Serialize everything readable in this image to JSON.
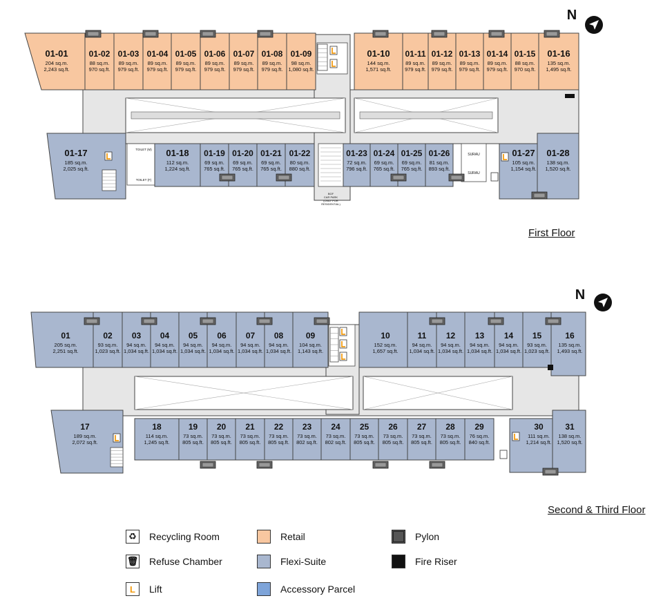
{
  "floors": [
    {
      "title": "First Floor",
      "units": [
        {
          "id": "01-01",
          "sqm": "204 sq.m.",
          "sqft": "2,243 sq.ft.",
          "type": "retail"
        },
        {
          "id": "01-02",
          "sqm": "88 sq.m.",
          "sqft": "970 sq.ft.",
          "type": "retail"
        },
        {
          "id": "01-03",
          "sqm": "89 sq.m.",
          "sqft": "979 sq.ft.",
          "type": "retail"
        },
        {
          "id": "01-04",
          "sqm": "89 sq.m.",
          "sqft": "979 sq.ft.",
          "type": "retail"
        },
        {
          "id": "01-05",
          "sqm": "89 sq.m.",
          "sqft": "979 sq.ft.",
          "type": "retail"
        },
        {
          "id": "01-06",
          "sqm": "89 sq.m.",
          "sqft": "979 sq.ft.",
          "type": "retail"
        },
        {
          "id": "01-07",
          "sqm": "89 sq.m.",
          "sqft": "979 sq.ft.",
          "type": "retail"
        },
        {
          "id": "01-08",
          "sqm": "89 sq.m.",
          "sqft": "979 sq.ft.",
          "type": "retail"
        },
        {
          "id": "01-09",
          "sqm": "98 sq.m.",
          "sqft": "1,080 sq.ft.",
          "type": "retail"
        },
        {
          "id": "01-10",
          "sqm": "144 sq.m.",
          "sqft": "1,571 sq.ft.",
          "type": "retail"
        },
        {
          "id": "01-11",
          "sqm": "89 sq.m.",
          "sqft": "979 sq.ft.",
          "type": "retail"
        },
        {
          "id": "01-12",
          "sqm": "89 sq.m.",
          "sqft": "979 sq.ft.",
          "type": "retail"
        },
        {
          "id": "01-13",
          "sqm": "89 sq.m.",
          "sqft": "979 sq.ft.",
          "type": "retail"
        },
        {
          "id": "01-14",
          "sqm": "89 sq.m.",
          "sqft": "979 sq.ft.",
          "type": "retail"
        },
        {
          "id": "01-15",
          "sqm": "88 sq.m.",
          "sqft": "970 sq.ft.",
          "type": "retail"
        },
        {
          "id": "01-16",
          "sqm": "135 sq.m.",
          "sqft": "1,495 sq.ft.",
          "type": "retail"
        },
        {
          "id": "01-17",
          "sqm": "185 sq.m.",
          "sqft": "2,025 sq.ft.",
          "type": "flexi"
        },
        {
          "id": "01-18",
          "sqm": "112 sq.m.",
          "sqft": "1,224 sq.ft.",
          "type": "flexi"
        },
        {
          "id": "01-19",
          "sqm": "69 sq.m.",
          "sqft": "765 sq.ft.",
          "type": "flexi"
        },
        {
          "id": "01-20",
          "sqm": "69 sq.m.",
          "sqft": "765 sq.ft.",
          "type": "flexi"
        },
        {
          "id": "01-21",
          "sqm": "69 sq.m.",
          "sqft": "765 sq.ft.",
          "type": "flexi"
        },
        {
          "id": "01-22",
          "sqm": "80 sq.m.",
          "sqft": "880 sq.ft.",
          "type": "flexi"
        },
        {
          "id": "01-23",
          "sqm": "72 sq.m.",
          "sqft": "796 sq.ft.",
          "type": "flexi"
        },
        {
          "id": "01-24",
          "sqm": "69 sq.m.",
          "sqft": "765 sq.ft.",
          "type": "flexi"
        },
        {
          "id": "01-25",
          "sqm": "69 sq.m.",
          "sqft": "765 sq.ft.",
          "type": "flexi"
        },
        {
          "id": "01-26",
          "sqm": "81 sq.m.",
          "sqft": "893 sq.ft.",
          "type": "flexi"
        },
        {
          "id": "01-27",
          "sqm": "105 sq.m.",
          "sqft": "1,154 sq.ft.",
          "type": "flexi"
        },
        {
          "id": "01-28",
          "sqm": "138 sq.m.",
          "sqft": "1,520 sq.ft.",
          "type": "flexi"
        }
      ],
      "facilities": {
        "toilet_m": "TOILET (M)",
        "toilet_f": "TOILET (F)",
        "surau_1": "SURAU",
        "surau_2": "SURAU",
        "carpark_1": "BGF",
        "carpark_2": "CAR PARK",
        "carpark_3": "(ONLY FOR",
        "carpark_4": "RESIDENTIAL)"
      }
    },
    {
      "title": "Second & Third Floor",
      "units": [
        {
          "id": "01",
          "sqm": "205 sq.m.",
          "sqft": "2,251 sq.ft.",
          "type": "flexi"
        },
        {
          "id": "02",
          "sqm": "93 sq.m.",
          "sqft": "1,023 sq.ft.",
          "type": "flexi"
        },
        {
          "id": "03",
          "sqm": "94 sq.m.",
          "sqft": "1,034 sq.ft.",
          "type": "flexi"
        },
        {
          "id": "04",
          "sqm": "94 sq.m.",
          "sqft": "1,034 sq.ft.",
          "type": "flexi"
        },
        {
          "id": "05",
          "sqm": "94 sq.m.",
          "sqft": "1,034 sq.ft.",
          "type": "flexi"
        },
        {
          "id": "06",
          "sqm": "94 sq.m.",
          "sqft": "1,034 sq.ft.",
          "type": "flexi"
        },
        {
          "id": "07",
          "sqm": "94 sq.m.",
          "sqft": "1,034 sq.ft.",
          "type": "flexi"
        },
        {
          "id": "08",
          "sqm": "94 sq.m.",
          "sqft": "1,034 sq.ft.",
          "type": "flexi"
        },
        {
          "id": "09",
          "sqm": "104 sq.m.",
          "sqft": "1,143 sq.ft.",
          "type": "flexi"
        },
        {
          "id": "10",
          "sqm": "152 sq.m.",
          "sqft": "1,657 sq.ft.",
          "type": "flexi"
        },
        {
          "id": "11",
          "sqm": "94 sq.m.",
          "sqft": "1,034 sq.ft.",
          "type": "flexi"
        },
        {
          "id": "12",
          "sqm": "94 sq.m.",
          "sqft": "1,034 sq.ft.",
          "type": "flexi"
        },
        {
          "id": "13",
          "sqm": "94 sq.m.",
          "sqft": "1,034 sq.ft.",
          "type": "flexi"
        },
        {
          "id": "14",
          "sqm": "94 sq.m.",
          "sqft": "1,034 sq.ft.",
          "type": "flexi"
        },
        {
          "id": "15",
          "sqm": "93 sq.m.",
          "sqft": "1,023 sq.ft.",
          "type": "flexi"
        },
        {
          "id": "16",
          "sqm": "135 sq.m.",
          "sqft": "1,493 sq.ft.",
          "type": "flexi"
        },
        {
          "id": "17",
          "sqm": "189 sq.m.",
          "sqft": "2,072 sq.ft.",
          "type": "flexi"
        },
        {
          "id": "18",
          "sqm": "114 sq.m.",
          "sqft": "1,245 sq.ft.",
          "type": "flexi"
        },
        {
          "id": "19",
          "sqm": "73 sq.m.",
          "sqft": "805 sq.ft.",
          "type": "flexi"
        },
        {
          "id": "20",
          "sqm": "73 sq.m.",
          "sqft": "805 sq.ft.",
          "type": "flexi"
        },
        {
          "id": "21",
          "sqm": "73 sq.m.",
          "sqft": "805 sq.ft.",
          "type": "flexi"
        },
        {
          "id": "22",
          "sqm": "73 sq.m.",
          "sqft": "805 sq.ft.",
          "type": "flexi"
        },
        {
          "id": "23",
          "sqm": "73 sq.m.",
          "sqft": "802 sq.ft.",
          "type": "flexi"
        },
        {
          "id": "24",
          "sqm": "73 sq.m.",
          "sqft": "802 sq.ft.",
          "type": "flexi"
        },
        {
          "id": "25",
          "sqm": "73 sq.m.",
          "sqft": "805 sq.ft.",
          "type": "flexi"
        },
        {
          "id": "26",
          "sqm": "73 sq.m.",
          "sqft": "805 sq.ft.",
          "type": "flexi"
        },
        {
          "id": "27",
          "sqm": "73 sq.m.",
          "sqft": "805 sq.ft.",
          "type": "flexi"
        },
        {
          "id": "28",
          "sqm": "73 sq.m.",
          "sqft": "805 sq.ft.",
          "type": "flexi"
        },
        {
          "id": "29",
          "sqm": "76 sq.m.",
          "sqft": "840 sq.ft.",
          "type": "flexi"
        },
        {
          "id": "30",
          "sqm": "111 sq.m.",
          "sqft": "1,214 sq.ft.",
          "type": "flexi"
        },
        {
          "id": "31",
          "sqm": "138 sq.m.",
          "sqft": "1,520 sq.ft.",
          "type": "flexi"
        }
      ]
    }
  ],
  "north_label": "N",
  "legend": [
    {
      "label": "Recycling Room",
      "icon": "recycling-icon"
    },
    {
      "label": "Refuse Chamber",
      "icon": "refuse-bin-icon"
    },
    {
      "label": "Lift",
      "icon": "lift-icon"
    },
    {
      "label": "Retail",
      "color": "#f8c7a0"
    },
    {
      "label": "Flexi-Suite",
      "color": "#a9b7cf"
    },
    {
      "label": "Accessory Parcel",
      "color": "#7ea4d9"
    },
    {
      "label": "Pylon",
      "icon": "pylon-icon"
    },
    {
      "label": "Fire Riser",
      "color": "#111111"
    }
  ],
  "colors": {
    "retail": "#f8c7a0",
    "flexi": "#a9b7cf",
    "accessory": "#7ea4d9",
    "corridor": "#e6e6e6",
    "lift": "#f39c12"
  }
}
